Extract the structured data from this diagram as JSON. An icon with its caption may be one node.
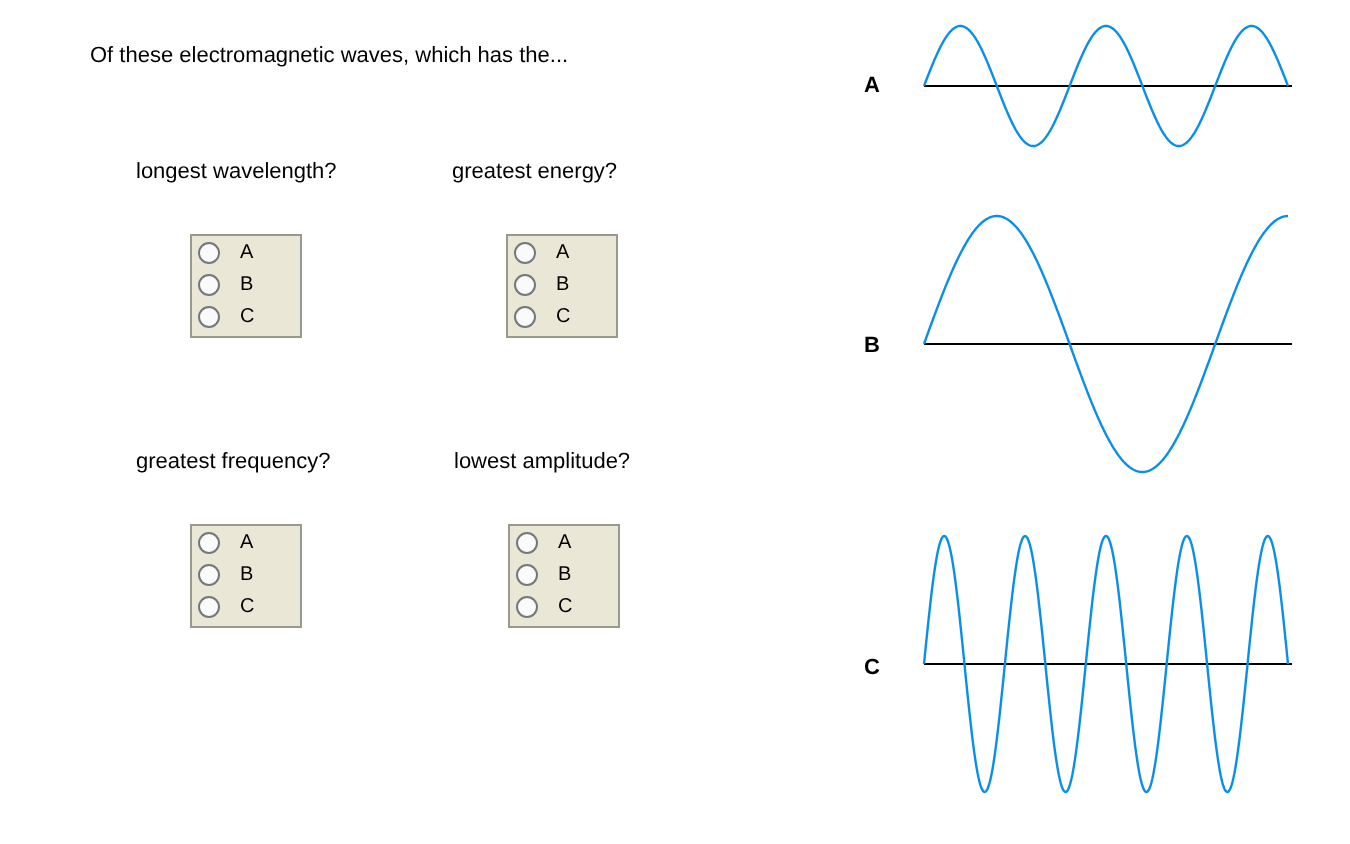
{
  "diagram": {
    "title": "Of these electromagnetic waves, which has the...",
    "nodes": [
      {
        "text": [
          "longest wavelength?",
          "A",
          "B",
          "C"
        ]
      },
      {
        "text": [
          "greatest energy?",
          "A",
          "B",
          "C"
        ]
      },
      {
        "text": [
          "greatest frequency?",
          "A",
          "B",
          "C"
        ]
      },
      {
        "text": [
          "lowest amplitude?",
          "A",
          "B",
          "C"
        ]
      },
      {
        "text": [],
        "shape": "picture",
        "beside": [
          "A"
        ]
      },
      {
        "text": [],
        "shape": "picture",
        "beside": [
          "B"
        ]
      },
      {
        "text": [],
        "shape": "picture",
        "beside": [
          "C"
        ]
      }
    ]
  }
}
